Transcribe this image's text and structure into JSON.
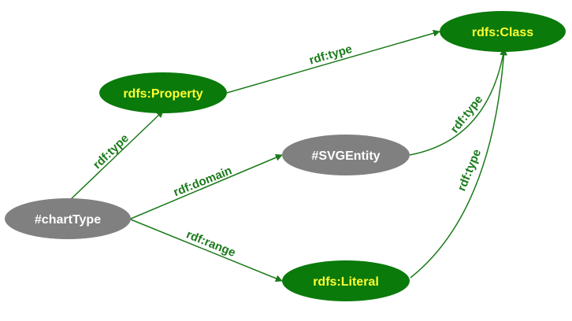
{
  "colors": {
    "edge": "#1a7a1a",
    "edge_label": "#1a7a1a",
    "green_node": "#0a7a0a",
    "gray_node": "#808080",
    "green_node_text": "#ffff33",
    "gray_node_text": "#ffffff",
    "background": "#ffffff"
  },
  "nodes": {
    "rdfs_class": {
      "label": "rdfs:Class",
      "style": "green"
    },
    "rdfs_property": {
      "label": "rdfs:Property",
      "style": "green"
    },
    "svg_entity": {
      "label": "#SVGEntity",
      "style": "gray"
    },
    "chart_type": {
      "label": "#chartType",
      "style": "gray"
    },
    "rdfs_literal": {
      "label": "rdfs:Literal",
      "style": "green"
    }
  },
  "edges": {
    "property_to_class": {
      "from": "rdfs:Property",
      "to": "rdfs:Class",
      "label": "rdf:type"
    },
    "charttype_to_property": {
      "from": "#chartType",
      "to": "rdfs:Property",
      "label": "rdf:type"
    },
    "charttype_to_svgentity": {
      "from": "#chartType",
      "to": "#SVGEntity",
      "label": "rdf:domain"
    },
    "charttype_to_literal": {
      "from": "#chartType",
      "to": "rdfs:Literal",
      "label": "rdf:range"
    },
    "svgentity_to_class": {
      "from": "#SVGEntity",
      "to": "rdfs:Class",
      "label": "rdf:type"
    },
    "literal_to_class": {
      "from": "rdfs:Literal",
      "to": "rdfs:Class",
      "label": "rdf:type"
    }
  }
}
